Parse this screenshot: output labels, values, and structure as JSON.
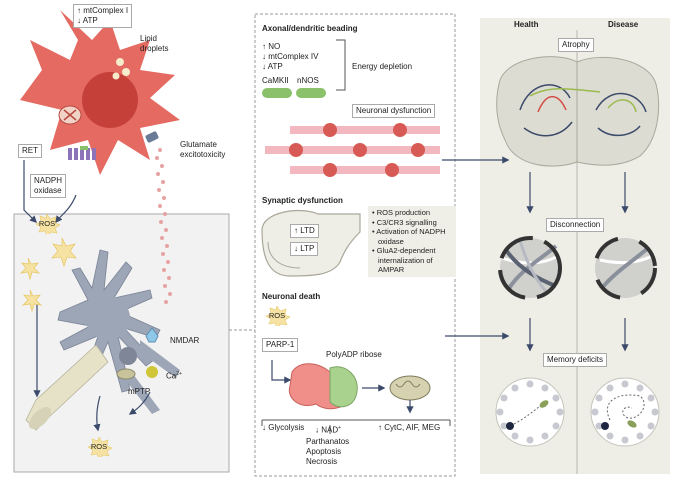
{
  "left": {
    "top_box": {
      "line1": "↑ mtComplex I",
      "line2": "↓ ATP"
    },
    "lipid": {
      "line1": "Lipid",
      "line2": "droplets"
    },
    "ret": "RET",
    "nadph": {
      "line1": "NADPH",
      "line2": "oxidase"
    },
    "glutamate": {
      "line1": "Glutamate",
      "line2": "excitotoxicity"
    },
    "ros": "ROS",
    "nmdar": "NMDAR",
    "ca": "Ca",
    "ca_sup": "2+",
    "mptp": "mPTP"
  },
  "middle": {
    "axonal": {
      "title": "Axonal/dendritic beading",
      "lines": [
        "↑ NO",
        "↓ mtComplex IV",
        "↓ ATP"
      ],
      "energy": "Energy depletion",
      "camkii": "CaMKII",
      "nnos": "nNOS",
      "neuronal_dysfunction": "Neuronal dysfunction"
    },
    "synaptic": {
      "title": "Synaptic dysfunction",
      "ltd": "↑ LTD",
      "ltp": "↓ LTP",
      "bullets": [
        "ROS production",
        "C3/CR3 signalling",
        "Activation of NADPH oxidase",
        "GluA2-dependent internalization of AMPAR"
      ]
    },
    "death": {
      "title": "Neuronal death",
      "ros": "ROS",
      "parp": "PARP-1",
      "polyadp": "PolyADP ribose",
      "glycolysis": "↓ Glycolysis",
      "nad": "↓ NAD",
      "nad_sup": "+",
      "cytc": "↑ CytC, AIF, MEG",
      "outcomes": [
        "Parthanatos",
        "Apoptosis",
        "Necrosis"
      ]
    }
  },
  "right": {
    "health": "Health",
    "disease": "Disease",
    "atrophy": "Atrophy",
    "disconnection": "Disconnection",
    "memory": "Memory deficits"
  },
  "colors": {
    "cell_red": "#e46a62",
    "nucleus_red": "#c6403a",
    "neuron_gray": "#9da6b6",
    "neuron_outline": "#7a8497",
    "bead_red": "#d75a55",
    "axon_pink": "#f3b7bf",
    "green": "#8cc16b",
    "panel_bg": "#efeee6",
    "star_yellow": "#f6e3a3",
    "arrow_navy": "#3c4a6b"
  }
}
